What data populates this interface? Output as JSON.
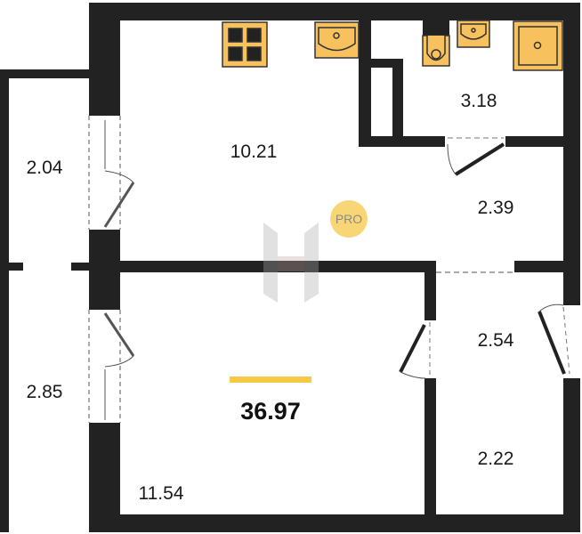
{
  "plan": {
    "total_area": "36.97",
    "badge": "PRO",
    "rooms": [
      {
        "id": "kitchen-living",
        "area": "10.21"
      },
      {
        "id": "bathroom",
        "area": "3.18"
      },
      {
        "id": "hallway",
        "area": "2.39"
      },
      {
        "id": "balcony-upper",
        "area": "2.04"
      },
      {
        "id": "balcony-lower",
        "area": "2.85"
      },
      {
        "id": "corridor",
        "area": "2.54"
      },
      {
        "id": "storage",
        "area": "2.22"
      },
      {
        "id": "bedroom",
        "area": "11.54"
      }
    ]
  },
  "colors": {
    "wall": "#222222",
    "fixture": "#F7C15E",
    "accent": "#F5C845",
    "badge": "#F8D675"
  }
}
